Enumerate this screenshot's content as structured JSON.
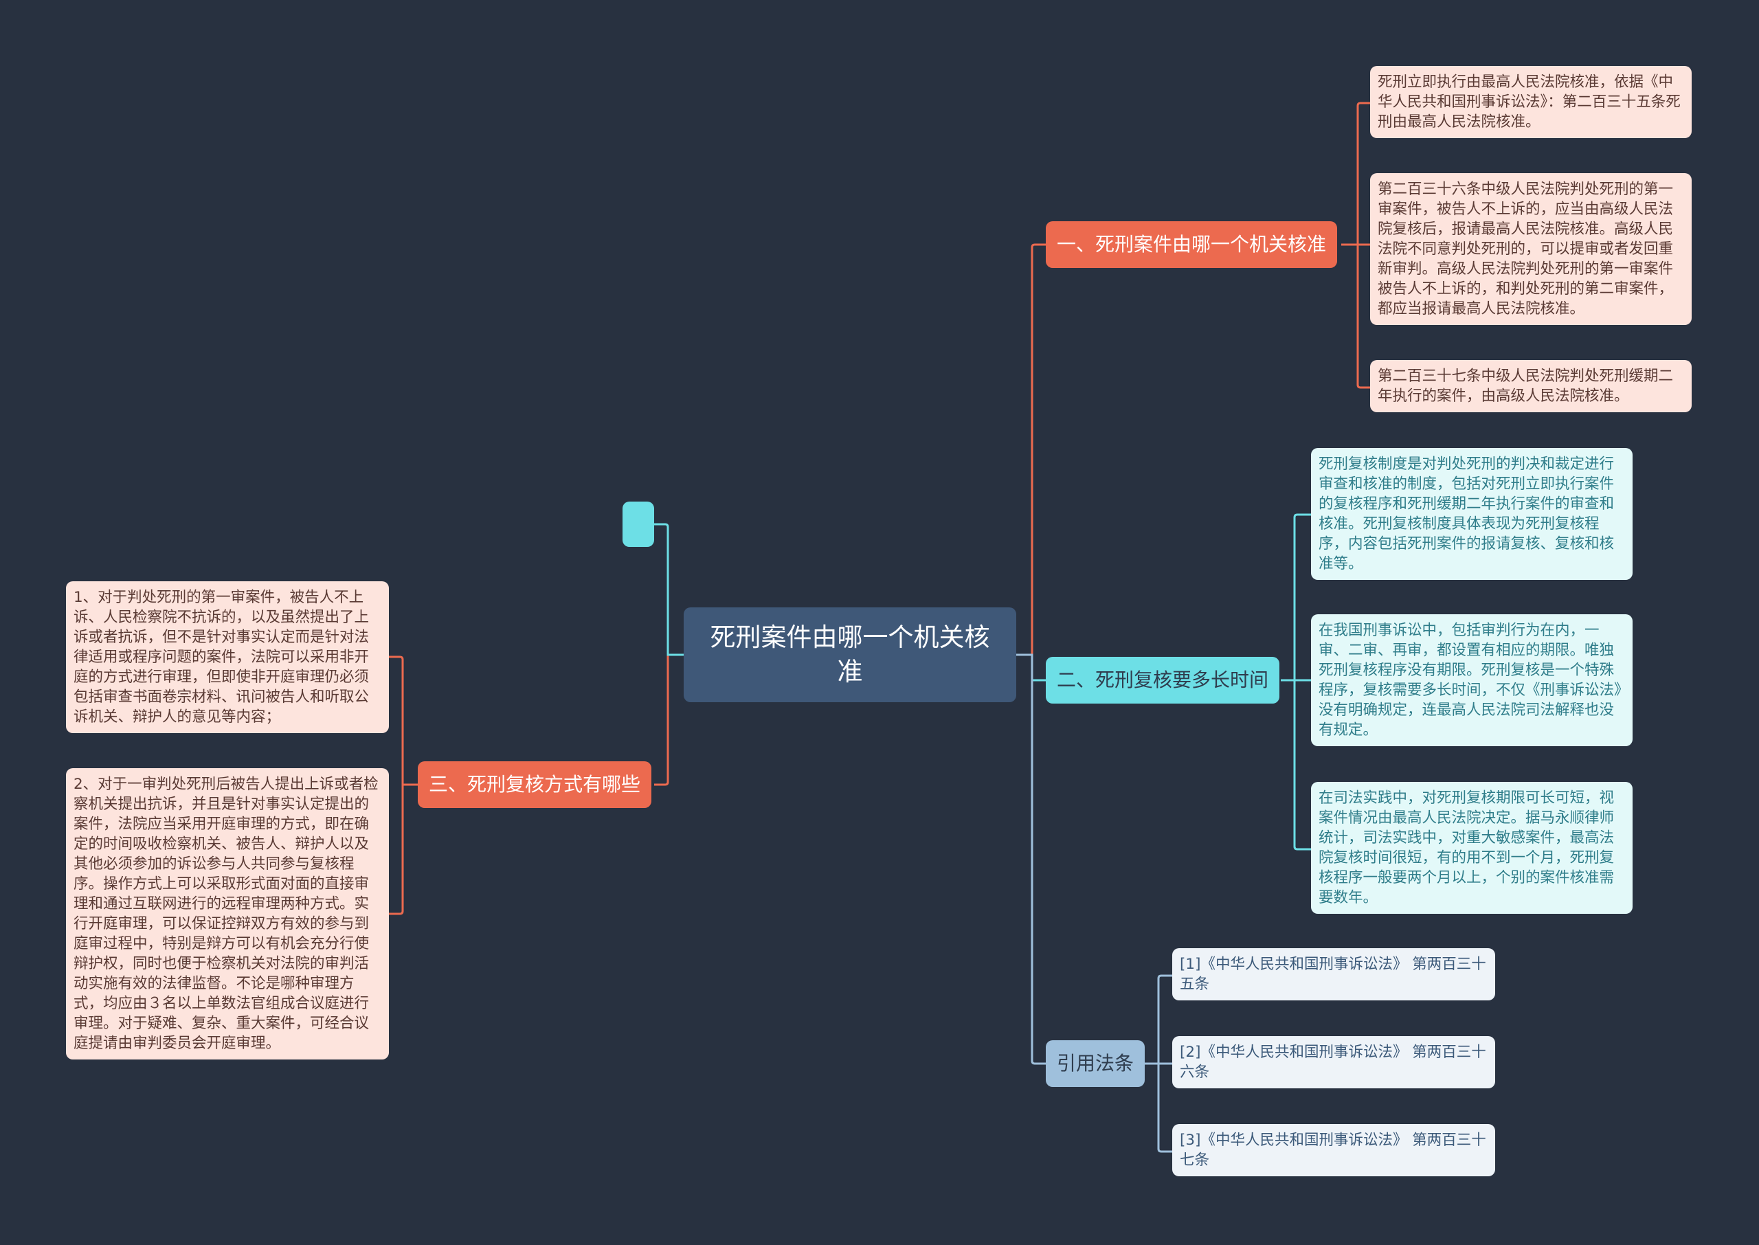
{
  "root": {
    "label": "死刑案件由哪一个机关核准"
  },
  "branches": {
    "b1": {
      "label": "一、死刑案件由哪一个机关核准",
      "items": [
        "死刑立即执行由最高人民法院核准，依据《中华人民共和国刑事诉讼法》：第二百三十五条死刑由最高人民法院核准。",
        "第二百三十六条中级人民法院判处死刑的第一审案件，被告人不上诉的，应当由高级人民法院复核后，报请最高人民法院核准。高级人民法院不同意判处死刑的，可以提审或者发回重新审判。高级人民法院判处死刑的第一审案件被告人不上诉的，和判处死刑的第二审案件，都应当报请最高人民法院核准。",
        "第二百三十七条中级人民法院判处死刑缓期二年执行的案件，由高级人民法院核准。"
      ]
    },
    "b2": {
      "label": "二、死刑复核要多长时间",
      "items": [
        "死刑复核制度是对判处死刑的判决和裁定进行审查和核准的制度，包括对死刑立即执行案件的复核程序和死刑缓期二年执行案件的审查和核准。死刑复核制度具体表现为死刑复核程序，内容包括死刑案件的报请复核、复核和核准等。",
        "在我国刑事诉讼中，包括审判行为在内，一审、二审、再审，都设置有相应的期限。唯独死刑复核程序没有期限。死刑复核是一个特殊程序，复核需要多长时间，不仅《刑事诉讼法》没有明确规定，连最高人民法院司法解释也没有规定。",
        "在司法实践中，对死刑复核期限可长可短，视案件情况由最高人民法院决定。据马永顺律师统计，司法实践中，对重大敏感案件，最高法院复核时间很短，有的用不到一个月，死刑复核程序一般要两个月以上，个别的案件核准需要数年。"
      ]
    },
    "b3": {
      "label": "三、死刑复核方式有哪些",
      "items": [
        "1、对于判处死刑的第一审案件，被告人不上诉、人民检察院不抗诉的，以及虽然提出了上诉或者抗诉，但不是针对事实认定而是针对法律适用或程序问题的案件，法院可以采用非开庭的方式进行审理，但即使非开庭审理仍必须包括审查书面卷宗材料、讯问被告人和听取公诉机关、辩护人的意见等内容；",
        "2、对于一审判处死刑后被告人提出上诉或者检察机关提出抗诉，并且是针对事实认定提出的案件，法院应当采用开庭审理的方式，即在确定的时间吸收检察机关、被告人、辩护人以及其他必须参加的诉讼参与人共同参与复核程序。操作方式上可以采取形式面对面的直接审理和通过互联网进行的远程审理两种方式。实行开庭审理，可以保证控辩双方有效的参与到庭审过程中，特别是辩方可以有机会充分行使辩护权，同时也便于检察机关对法院的审判活动实施有效的法律监督。不论是哪种审理方式，均应由３名以上单数法官组成合议庭进行审理。对于疑难、复杂、重大案件，可经合议庭提请由审判委员会开庭审理。"
      ]
    },
    "b4": {
      "label": "引用法条",
      "items": [
        "[1]《中华人民共和国刑事诉讼法》 第两百三十五条",
        "[2]《中华人民共和国刑事诉讼法》 第两百三十六条",
        "[3]《中华人民共和国刑事诉讼法》 第两百三十七条"
      ]
    }
  },
  "colors": {
    "background": "#283140",
    "root": "#3f5878",
    "red": "#ec6a4f",
    "cyan": "#6ddfe6",
    "steel": "#9fc0dc"
  }
}
